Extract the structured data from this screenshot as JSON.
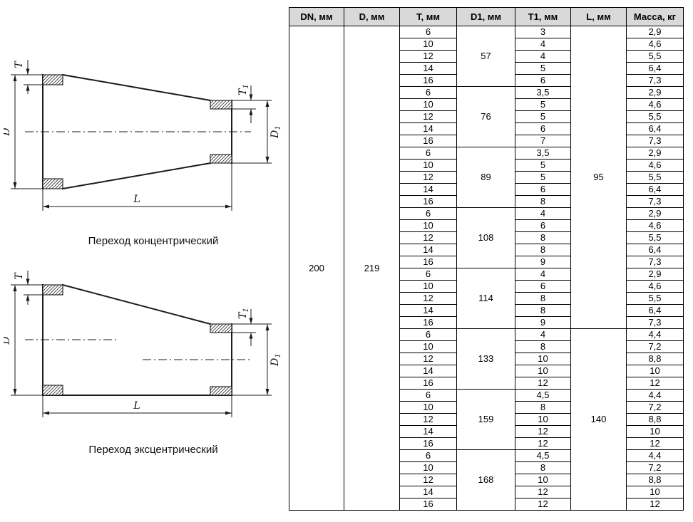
{
  "drawings": {
    "concentric": {
      "caption": "Переход концентрический",
      "dim_d": "D",
      "dim_t": "T",
      "dim_l": "L",
      "dim_d1": {
        "base": "D",
        "sub": "1"
      },
      "dim_t1": {
        "base": "T",
        "sub": "1"
      }
    },
    "eccentric": {
      "caption": "Переход эксцентрический",
      "dim_d": "D",
      "dim_t": "T",
      "dim_l": "L",
      "dim_d1": {
        "base": "D",
        "sub": "1"
      },
      "dim_t1": {
        "base": "T",
        "sub": "1"
      }
    }
  },
  "table": {
    "headers": [
      "DN, мм",
      "D, мм",
      "T, мм",
      "D1, мм",
      "T1, мм",
      "L, мм",
      "Масса, кг"
    ],
    "dn_value": "200",
    "d_value": "219",
    "l_groups": [
      {
        "value": "95",
        "rows": 25
      },
      {
        "value": "140",
        "rows": 15
      }
    ],
    "groups": [
      {
        "d1": "57",
        "rows": [
          [
            "6",
            "3",
            "2,9"
          ],
          [
            "10",
            "4",
            "4,6"
          ],
          [
            "12",
            "4",
            "5,5"
          ],
          [
            "14",
            "5",
            "6,4"
          ],
          [
            "16",
            "6",
            "7,3"
          ]
        ]
      },
      {
        "d1": "76",
        "rows": [
          [
            "6",
            "3,5",
            "2,9"
          ],
          [
            "10",
            "5",
            "4,6"
          ],
          [
            "12",
            "5",
            "5,5"
          ],
          [
            "14",
            "6",
            "6,4"
          ],
          [
            "16",
            "7",
            "7,3"
          ]
        ]
      },
      {
        "d1": "89",
        "rows": [
          [
            "6",
            "3,5",
            "2,9"
          ],
          [
            "10",
            "5",
            "4,6"
          ],
          [
            "12",
            "5",
            "5,5"
          ],
          [
            "14",
            "6",
            "6,4"
          ],
          [
            "16",
            "8",
            "7,3"
          ]
        ]
      },
      {
        "d1": "108",
        "rows": [
          [
            "6",
            "4",
            "2,9"
          ],
          [
            "10",
            "6",
            "4,6"
          ],
          [
            "12",
            "8",
            "5,5"
          ],
          [
            "14",
            "8",
            "6,4"
          ],
          [
            "16",
            "9",
            "7,3"
          ]
        ]
      },
      {
        "d1": "114",
        "rows": [
          [
            "6",
            "4",
            "2,9"
          ],
          [
            "10",
            "6",
            "4,6"
          ],
          [
            "12",
            "8",
            "5,5"
          ],
          [
            "14",
            "8",
            "6,4"
          ],
          [
            "16",
            "9",
            "7,3"
          ]
        ]
      },
      {
        "d1": "133",
        "rows": [
          [
            "6",
            "4",
            "4,4"
          ],
          [
            "10",
            "8",
            "7,2"
          ],
          [
            "12",
            "10",
            "8,8"
          ],
          [
            "14",
            "10",
            "10"
          ],
          [
            "16",
            "12",
            "12"
          ]
        ]
      },
      {
        "d1": "159",
        "rows": [
          [
            "6",
            "4,5",
            "4,4"
          ],
          [
            "10",
            "8",
            "7,2"
          ],
          [
            "12",
            "10",
            "8,8"
          ],
          [
            "14",
            "12",
            "10"
          ],
          [
            "16",
            "12",
            "12"
          ]
        ]
      },
      {
        "d1": "168",
        "rows": [
          [
            "6",
            "4,5",
            "4,4"
          ],
          [
            "10",
            "8",
            "7,2"
          ],
          [
            "12",
            "10",
            "8,8"
          ],
          [
            "14",
            "12",
            "10"
          ],
          [
            "16",
            "12",
            "12"
          ]
        ]
      }
    ]
  }
}
